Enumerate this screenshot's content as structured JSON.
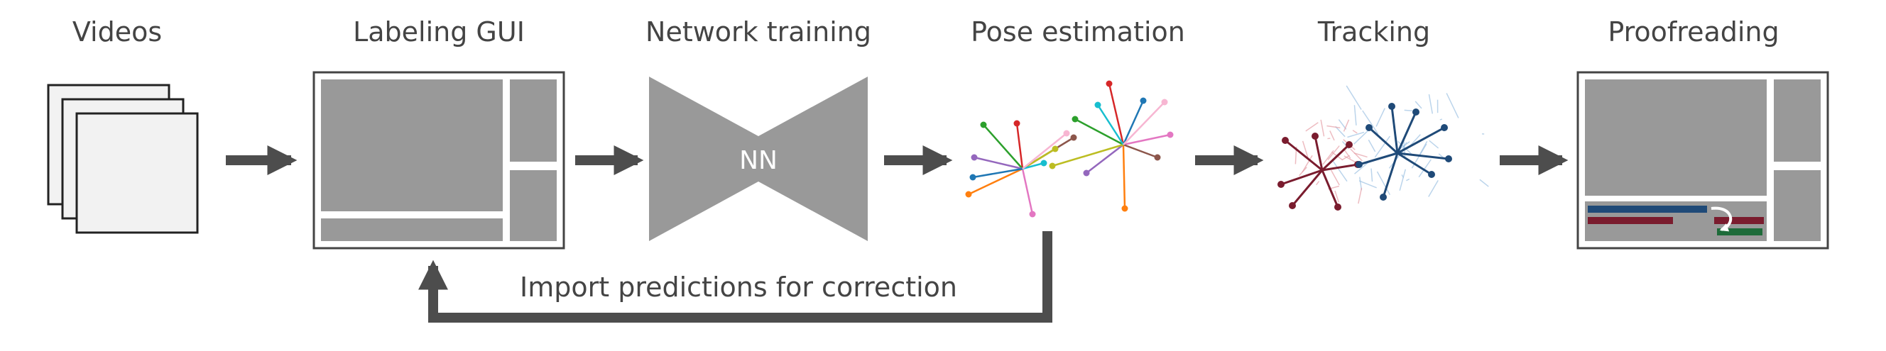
{
  "pipeline": {
    "stages": [
      {
        "id": "videos",
        "title": "Videos"
      },
      {
        "id": "labeling",
        "title": "Labeling GUI"
      },
      {
        "id": "training",
        "title": "Network training"
      },
      {
        "id": "pose",
        "title": "Pose estimation"
      },
      {
        "id": "tracking",
        "title": "Tracking"
      },
      {
        "id": "proofreading",
        "title": "Proofreading"
      }
    ],
    "nn_label": "NN",
    "feedback_label": "Import predictions for correction"
  },
  "colors": {
    "text": "#444444",
    "arrow": "#4d4d4d",
    "panel": "#999999",
    "frame": "#444444",
    "video_fill": "#f2f2f2",
    "track_red": "#7a1c2e",
    "track_blue": "#1f4a78",
    "track_green": "#1e6b3a",
    "track_light_blue": "#9fc3e3",
    "track_light_red": "#e6a0a8"
  },
  "pose_colors": [
    "#d62728",
    "#2ca02c",
    "#9467bd",
    "#ff7f0e",
    "#e377c2",
    "#8c564b",
    "#1f77b4",
    "#bcbd22",
    "#17becf",
    "#f7b6d2"
  ]
}
